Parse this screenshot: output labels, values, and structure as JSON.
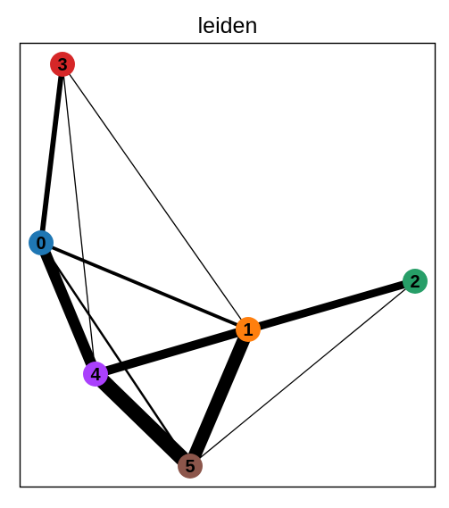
{
  "title": "leiden",
  "nodes": [
    {
      "id": "0",
      "label": "0",
      "color": "#1f77b4"
    },
    {
      "id": "1",
      "label": "1",
      "color": "#ff7f0e"
    },
    {
      "id": "2",
      "label": "2",
      "color": "#279e68"
    },
    {
      "id": "3",
      "label": "3",
      "color": "#d62728"
    },
    {
      "id": "4",
      "label": "4",
      "color": "#aa40fc"
    },
    {
      "id": "5",
      "label": "5",
      "color": "#8c564b"
    }
  ],
  "edges": [
    {
      "source": "5",
      "target": "4",
      "weight": 1.0
    },
    {
      "source": "1",
      "target": "5",
      "weight": 0.85
    },
    {
      "source": "0",
      "target": "4",
      "weight": 0.72
    },
    {
      "source": "1",
      "target": "4",
      "weight": 0.58
    },
    {
      "source": "1",
      "target": "2",
      "weight": 0.5
    },
    {
      "source": "0",
      "target": "3",
      "weight": 0.32
    },
    {
      "source": "0",
      "target": "1",
      "weight": 0.2
    },
    {
      "source": "0",
      "target": "5",
      "weight": 0.12
    },
    {
      "source": "3",
      "target": "1",
      "weight": 0.05
    },
    {
      "source": "3",
      "target": "4",
      "weight": 0.05
    },
    {
      "source": "2",
      "target": "5",
      "weight": 0.05
    }
  ]
}
